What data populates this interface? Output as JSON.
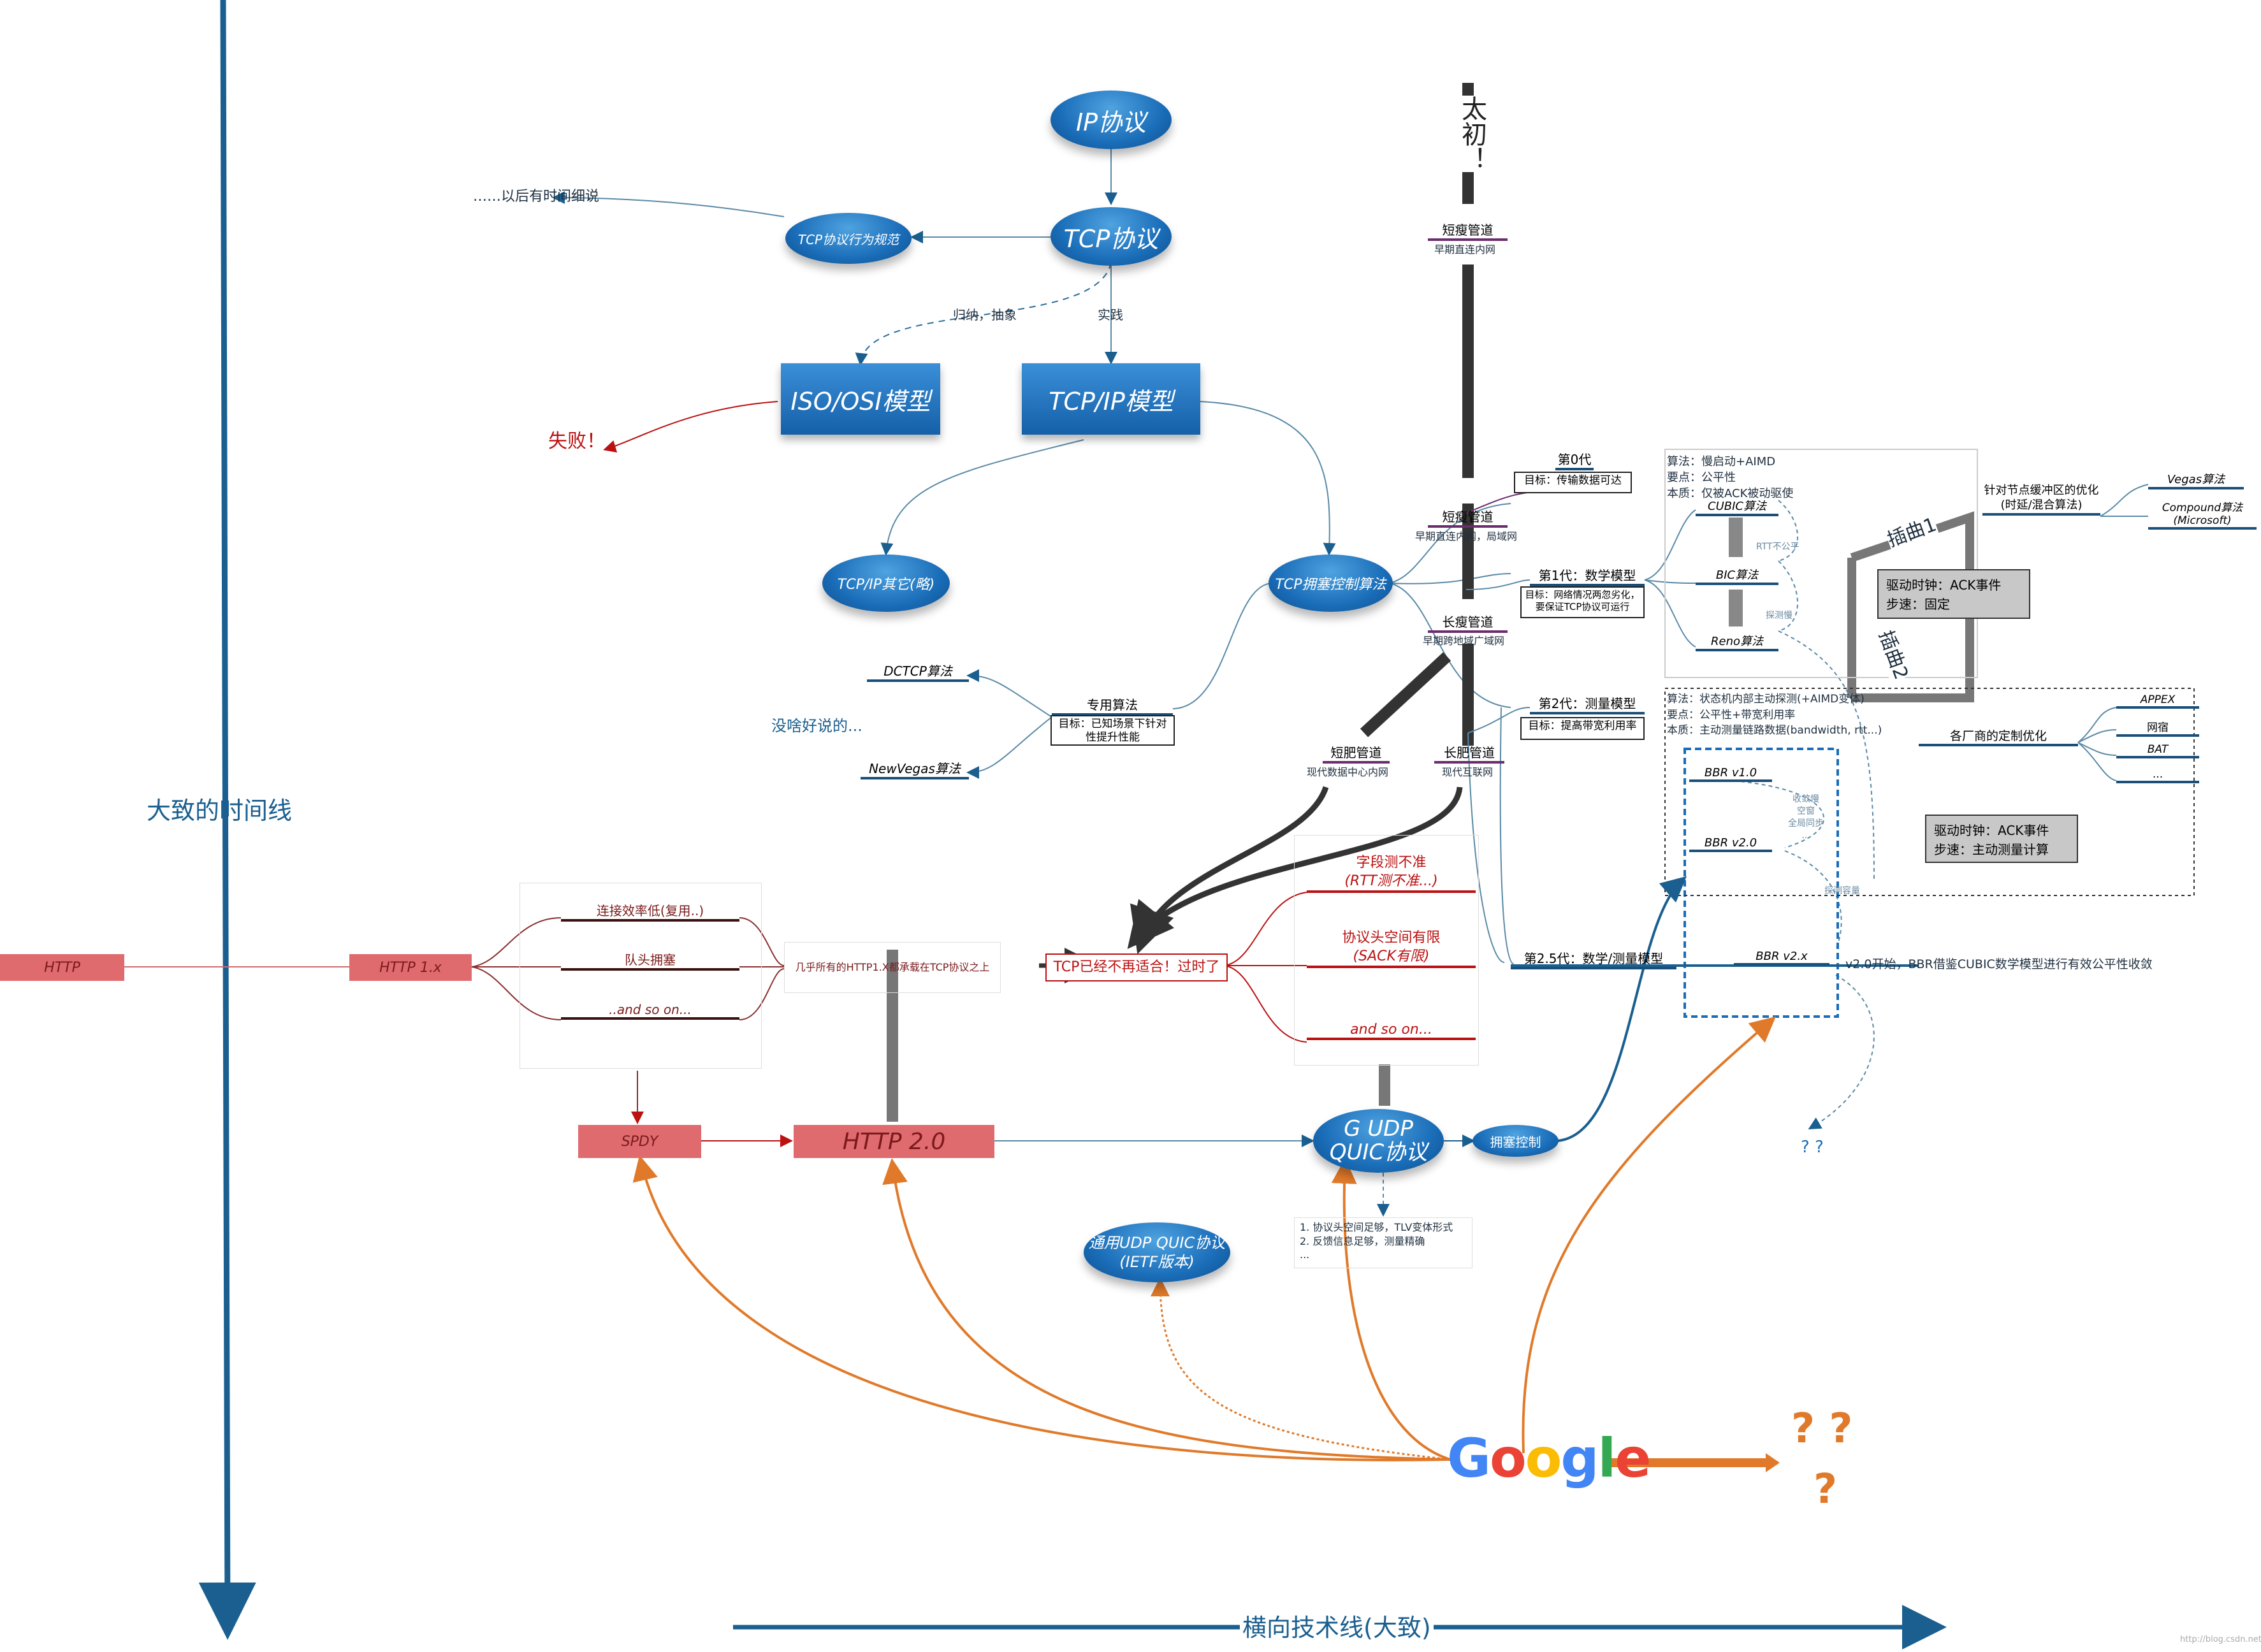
{
  "colors": {
    "timeline": "#1a5f8f",
    "blue_node": "#1a6db8",
    "red_node": "#e06b6f",
    "red_text": "#b11111",
    "orange": "#e07a2a",
    "link": "#5a8aa6"
  },
  "axes": {
    "vertical_label": "大致的时间线",
    "horizontal_label": "横向技术线(大致)"
  },
  "nodes": {
    "ip": "IP协议",
    "tcp": "TCP协议",
    "tcp_behavior": "TCP协议行为规范",
    "later": "……以后有时间细说",
    "induce": "归纳，抽象",
    "practice": "实践",
    "iso": "ISO/OSI模型",
    "tcpip_model": "TCP/IP模型",
    "fail": "失败！",
    "tcpip_other": "TCP/IP其它(略)",
    "tcp_cc": "TCP拥塞控制算法",
    "special_algo": "专用算法",
    "special_goal": "目标：已知场景下针对性提升性能",
    "dctcp": "DCTCP算法",
    "newvegas": "NewVegas算法",
    "nothing": "没啥好说的...",
    "taichu": "太初！",
    "thin_short": "短瘦管道",
    "early_lan": "早期直连内网",
    "gen0": "第0代",
    "gen0_goal": "目标：传输数据可达",
    "thin_short2": "短瘦管道",
    "early_lan2": "早期直连内网，局域网",
    "gen1": "第1代：数学模型",
    "gen1_goal": "目标：网络情况两忽劣化，要保证TCP协议可运行",
    "thin_long": "长瘦管道",
    "early_wan": "早期跨地域广域网",
    "gen2": "第2代：测量模型",
    "gen2_goal": "目标：提高带宽利用率",
    "fat_short": "短肥管道",
    "dc_net": "现代数据中心内网",
    "fat_long": "长肥管道",
    "internet": "现代互联网",
    "gen25": "第2.5代：数学/测量模型"
  },
  "gen1_info": [
    "算法：慢启动+AIMD",
    "要点：公平性",
    "本质：仅被ACK被动驱使"
  ],
  "gen1_algos": [
    "CUBIC算法",
    "BIC算法",
    "Reno算法"
  ],
  "rtt_unfair": "RTT不公平",
  "probe_slow": "探测慢",
  "insert1": "插曲1",
  "insert2": "插曲2",
  "buffer_opt": "针对节点缓冲区的优化(时延/混合算法)",
  "vegas": "Vegas算法",
  "compound": "Compound算法(Microsoft)",
  "drive1": [
    "驱动时钟：ACK事件",
    "步速：固定"
  ],
  "gen2_info": [
    "算法：状态机内部主动探测(+AIMD变体)",
    "要点：公平性+带宽利用率",
    "本质：主动测量链路数据(bandwidth, rtt...)"
  ],
  "bbr_v1": "BBR v1.0",
  "bbr_v2": "BBR v2.0",
  "bbr_v2x": "BBR v2.x",
  "bbr_notes": [
    "收敛慢",
    "空窗",
    "全局同步",
    "..."
  ],
  "probe_cap": "探测容量",
  "vendor": "各厂商的定制优化",
  "vendors": [
    "APPEX",
    "网宿",
    "BAT",
    "..."
  ],
  "drive2": [
    "驱动时钟：ACK事件",
    "步速：主动测量计算"
  ],
  "v2x_note": "v2.0开始，BBR借鉴CUBIC数学模型进行有效公平性收敛",
  "http": "HTTP",
  "http1x": "HTTP 1.x",
  "http_issues": [
    "连接效率低(复用..)",
    "队头拥塞",
    "..and so on..."
  ],
  "almost_all": "几乎所有的HTTP1.X都承载在TCP协议之上",
  "tcp_outdated": "TCP已经不再适合！过时了",
  "tcp_issues": [
    "字段测不准",
    "(RTT测不准...)",
    "协议头空间有限",
    "(SACK有限)",
    "and so on..."
  ],
  "spdy": "SPDY",
  "http2": "HTTP 2.0",
  "quic": [
    "G UDP",
    "QUIC协议"
  ],
  "cong_ctrl": "拥塞控制",
  "quic_notes": [
    "1. 协议头空间足够，TLV变体形式",
    "2. 反馈信息足够，测量精确",
    "..."
  ],
  "ietf_quic": [
    "通用UDP QUIC协议",
    "(IETF版本)"
  ],
  "google": [
    "G",
    "o",
    "o",
    "g",
    "l",
    "e"
  ],
  "google_colors": [
    "#4285f4",
    "#ea4335",
    "#fbbc05",
    "#4285f4",
    "#34a853",
    "#ea4335"
  ],
  "qq": "? ?",
  "q1": "? ?",
  "q2": "?",
  "watermark": "http://blog.csdn.net/dog250"
}
